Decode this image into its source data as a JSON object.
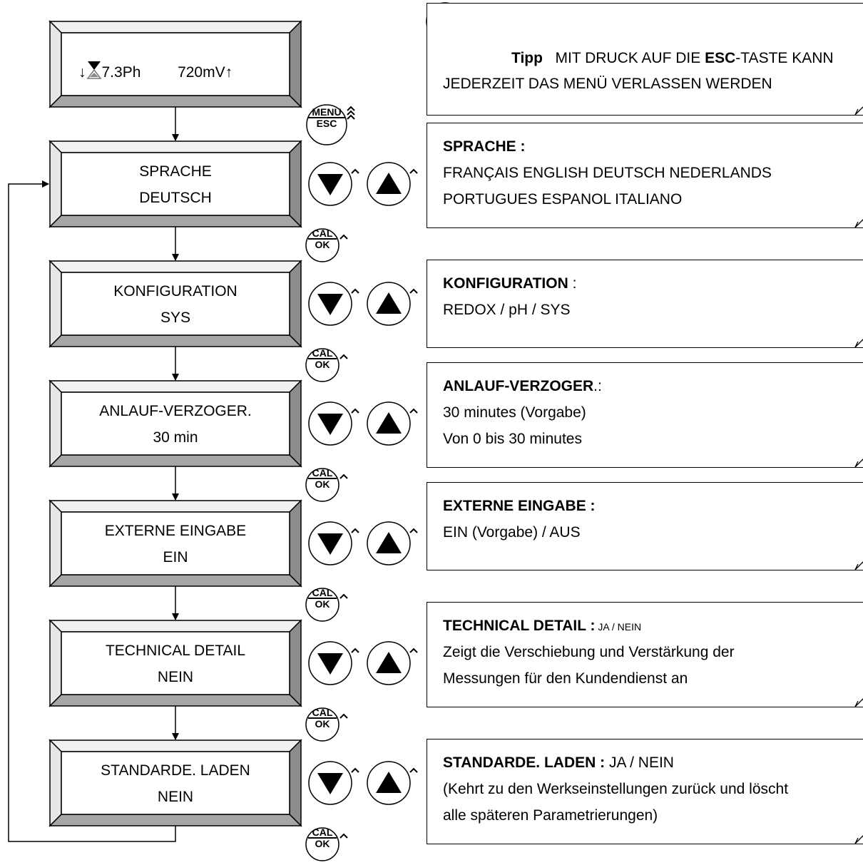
{
  "status_display": {
    "left_arrow": "↓",
    "ph_value": "7.3Ph",
    "mv_value": "720mV",
    "right_arrow": "↑"
  },
  "menu_items": [
    {
      "title": "SPRACHE",
      "value": "DEUTSCH"
    },
    {
      "title": "KONFIGURATION",
      "value": "SYS"
    },
    {
      "title": "ANLAUF-VERZOGER.",
      "value": "30 min"
    },
    {
      "title": "EXTERNE EINGABE",
      "value": "EIN"
    },
    {
      "title": "TECHNICAL DETAIL",
      "value": "NEIN"
    },
    {
      "title": "STANDARDE. LADEN",
      "value": "NEIN"
    }
  ],
  "buttons": {
    "menu_top": "MENU",
    "menu_bottom": "ESC",
    "cal_top": "CAL",
    "cal_bottom": "OK"
  },
  "notes": {
    "tip": {
      "label": "Tipp",
      "text_before": "MIT DRUCK AUF DIE",
      "key": "ESC",
      "text_after": "-TASTE KANN",
      "line2": "JEDERZEIT DAS MENÜ VERLASSEN WERDEN"
    },
    "sprache": {
      "heading": "SPRACHE :",
      "line1": "FRANÇAIS ENGLISH DEUTSCH NEDERLANDS",
      "line2": "PORTUGUES ESPANOL ITALIANO"
    },
    "konfiguration": {
      "heading": "KONFIGURATION",
      "heading_suffix": " :",
      "line1": "REDOX / pH / SYS"
    },
    "anlauf": {
      "heading": "ANLAUF-VERZOGER",
      "heading_suffix": ".:",
      "line1": "30 minutes (Vorgabe)",
      "line2": "Von 0 bis 30 minutes"
    },
    "externe": {
      "heading": "EXTERNE EINGABE :",
      "line1": "EIN (Vorgabe) / AUS"
    },
    "technical": {
      "heading": "TECHNICAL DETAIL :",
      "heading_suffix": " JA / NEIN",
      "line1": "Zeigt die Verschiebung und Verstärkung der",
      "line2": "Messungen für den Kundendienst an"
    },
    "standarde": {
      "heading": "STANDARDE. LADEN :",
      "heading_suffix": " JA / NEIN",
      "line1": "(Kehrt zu den Werkseinstellungen zurück und löscht",
      "line2": "alle späteren Parametrierungen)"
    }
  }
}
